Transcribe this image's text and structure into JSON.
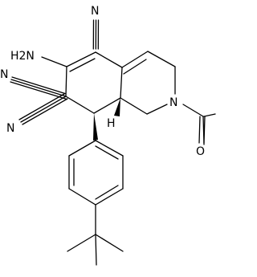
{
  "molecule": {
    "atoms": {
      "nitrile_n_top": "N",
      "amino_group": "H2N",
      "nitrile_n_left_upper": "N",
      "nitrile_n_left_lower": "N",
      "ring_nitrogen": "N",
      "stereo_h": "H",
      "carbonyl_oxygen": "O"
    }
  }
}
